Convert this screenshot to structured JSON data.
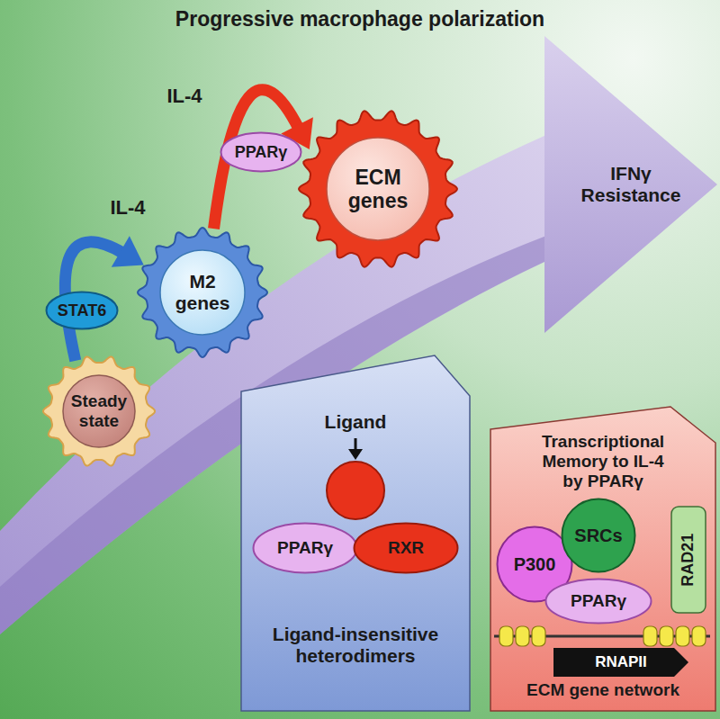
{
  "diagram": {
    "title": "Progressive macrophage polarization",
    "nodes": [
      {
        "text": [
          "Steady state"
        ]
      },
      {
        "text": [
          "STAT6"
        ]
      },
      {
        "text": [
          "M2 genes"
        ]
      },
      {
        "text": [
          "PPARγ"
        ]
      },
      {
        "text": [
          "ECM genes"
        ]
      },
      {
        "text": [
          "IFNγ Resistance"
        ]
      },
      {
        "text": [
          "Ligand",
          "Ligand-insensitive heterodimers"
        ]
      },
      {
        "text": [
          "PPARγ"
        ],
        "in": 6
      },
      {
        "text": [
          "RXR"
        ],
        "in": 6
      },
      {
        "text": [
          "Transcriptional Memory to IL-4 by PPARγ",
          "ECM gene network"
        ]
      },
      {
        "text": [
          "P300"
        ],
        "in": 9
      },
      {
        "text": [
          "SRCs"
        ],
        "in": 9
      },
      {
        "text": [
          "RAD21"
        ],
        "in": 9
      },
      {
        "text": [
          "PPARγ"
        ],
        "in": 9
      },
      {
        "text": [
          "RNAPII"
        ],
        "in": 9
      }
    ],
    "edges": [
      {
        "from": 0,
        "to": 2,
        "arrow": "to",
        "label": "IL-4"
      },
      {
        "from": 2,
        "to": 4,
        "arrow": "to",
        "label": "IL-4"
      }
    ]
  }
}
